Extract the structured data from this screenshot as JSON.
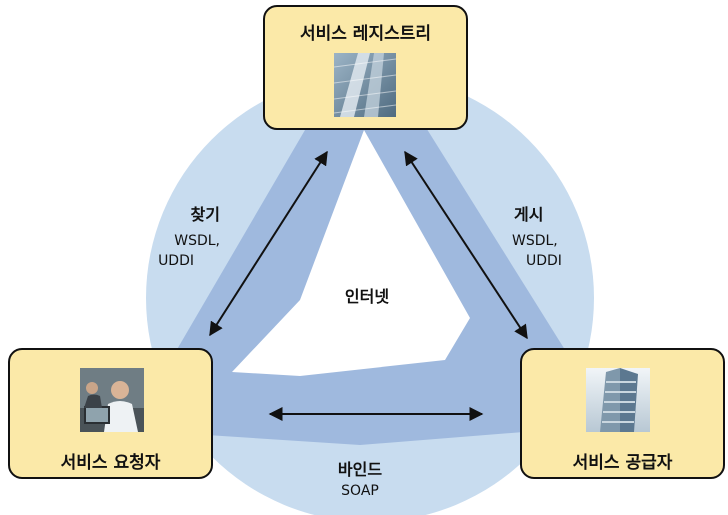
{
  "nodes": {
    "registry": {
      "title": "서비스 레지스트리"
    },
    "requester": {
      "title": "서비스 요청자"
    },
    "provider": {
      "title": "서비스 공급자"
    }
  },
  "center_label": "인터넷",
  "edges": {
    "find": {
      "label": "찾기",
      "protocol_1": "WSDL,",
      "protocol_2": "UDDI"
    },
    "publish": {
      "label": "게시",
      "protocol_1": "WSDL,",
      "protocol_2": "UDDI"
    },
    "bind": {
      "label": "바인드",
      "protocol": "SOAP"
    }
  },
  "colors": {
    "circle": "#c8dcef",
    "band": "#9fb9de",
    "box_fill": "#fbe9a8",
    "box_border": "#111111",
    "arrow": "#111111"
  }
}
